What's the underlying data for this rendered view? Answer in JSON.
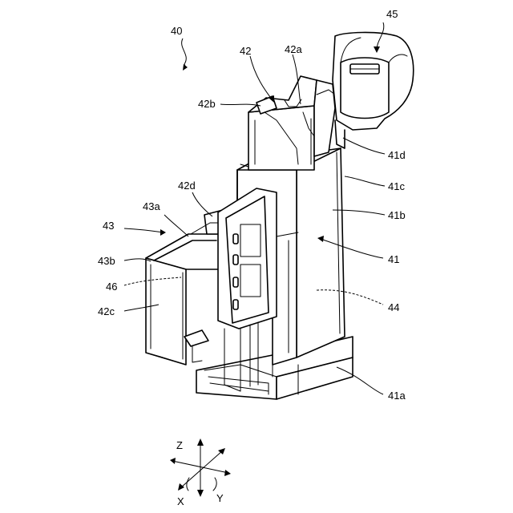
{
  "labels": {
    "l40": "40",
    "l45": "45",
    "l42": "42",
    "l42a": "42a",
    "l42b": "42b",
    "l41d": "41d",
    "l41c": "41c",
    "l41b": "41b",
    "l41": "41",
    "l44": "44",
    "l41a": "41a",
    "l42d": "42d",
    "l43a": "43a",
    "l43": "43",
    "l43b": "43b",
    "l46": "46",
    "l42c": "42c"
  },
  "axes": {
    "z": "Z",
    "x": "X",
    "y": "Y"
  }
}
